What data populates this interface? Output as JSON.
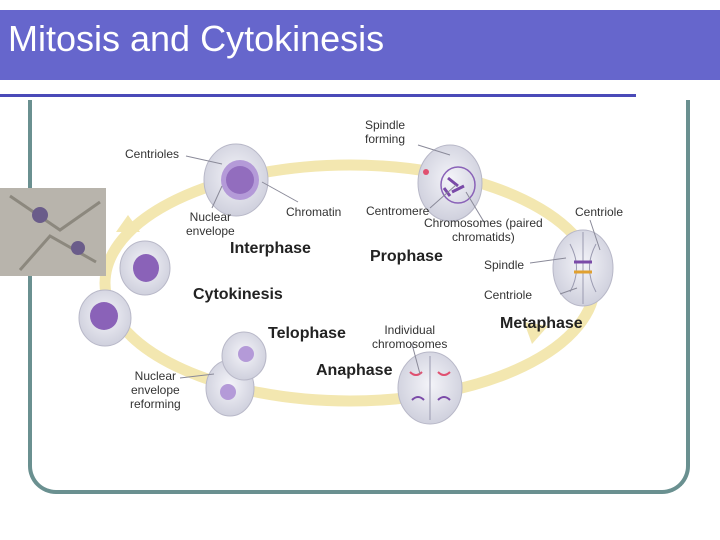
{
  "slide": {
    "title": "Mitosis and Cytokinesis"
  },
  "labels": {
    "spindle_forming": "Spindle\nforming",
    "centrioles": "Centrioles",
    "nuclear_envelope": "Nuclear\nenvelope",
    "chromatin": "Chromatin",
    "centromere": "Centromere",
    "chromosomes_paired": "Chromosomes (paired\nchromatids)",
    "centriole_top": "Centriole",
    "spindle": "Spindle",
    "centriole_mid": "Centriole",
    "individual_chromosomes": "Individual\nchromosomes",
    "nuclear_envelope_reforming": "Nuclear\nenvelope\nreforming"
  },
  "phases": {
    "interphase": "Interphase",
    "prophase": "Prophase",
    "cytokinesis": "Cytokinesis",
    "telophase": "Telophase",
    "metaphase": "Metaphase",
    "anaphase": "Anaphase"
  },
  "colors": {
    "title_bar": "#6666cc",
    "title_text": "#ffffff",
    "frame": "#6a9090",
    "cycle_arrow": "#f3e7b0",
    "cell_fill": "#e4e4ee",
    "nucleus": "#9078c0",
    "chromatin": "#7a4aa8"
  }
}
